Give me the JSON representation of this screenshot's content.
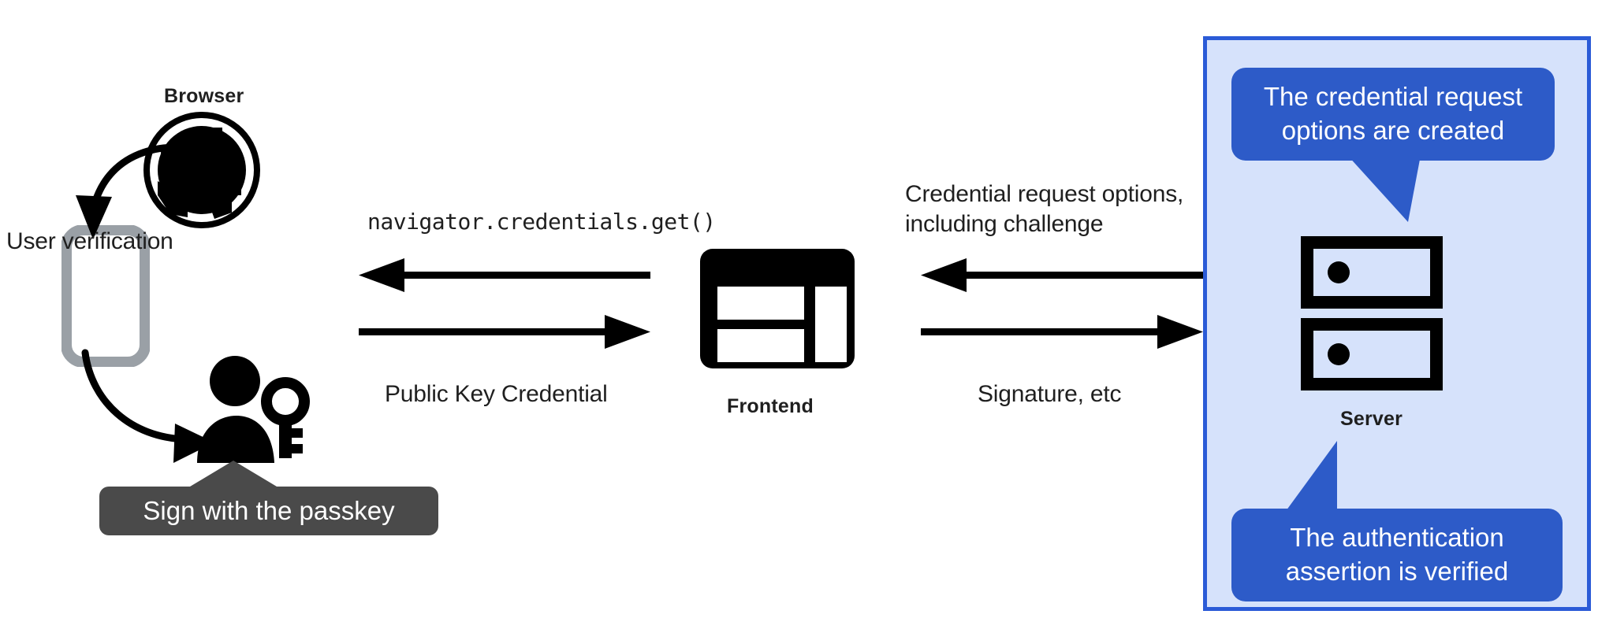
{
  "diagram": {
    "title": "WebAuthn passkey authentication flow",
    "colors": {
      "panel_fill": "#d6e2fb",
      "panel_border": "#2b5bd7",
      "callout_blue": "#2d5bc8",
      "tooltip_gray": "#4a4a4a",
      "icon_black": "#000000",
      "phone_gray": "#9aa0a6",
      "text": "#1f1f1f"
    },
    "nodes": {
      "browser": {
        "label": "Browser",
        "icon": "globe-icon"
      },
      "frontend": {
        "label": "Frontend",
        "icon": "browser-window-icon"
      },
      "server": {
        "label": "Server",
        "icon": "server-rack-icon"
      },
      "phone": {
        "icon": "smartphone-icon"
      },
      "user": {
        "icon": "person-with-key-icon"
      }
    },
    "annotations": {
      "user_verification": "User verification",
      "sign_with_passkey": "Sign with the passkey"
    },
    "flows": [
      {
        "id": "credentials-get",
        "label": "navigator.credentials.get()",
        "direction": "left",
        "style": "mono"
      },
      {
        "id": "public-key-credential",
        "label": "Public Key Credential",
        "direction": "right",
        "style": "sans"
      },
      {
        "id": "credential-request-options",
        "label": "Credential request options,\nincluding challenge",
        "direction": "left",
        "style": "sans"
      },
      {
        "id": "signature-etc",
        "label": "Signature, etc",
        "direction": "right",
        "style": "sans"
      }
    ],
    "callouts": [
      {
        "id": "credential-request-options-created",
        "text": "The credential request\noptions are created",
        "tail": "down-right"
      },
      {
        "id": "authentication-assertion-verified",
        "text": "The authentication\nassertion is verified",
        "tail": "up-left"
      }
    ]
  }
}
